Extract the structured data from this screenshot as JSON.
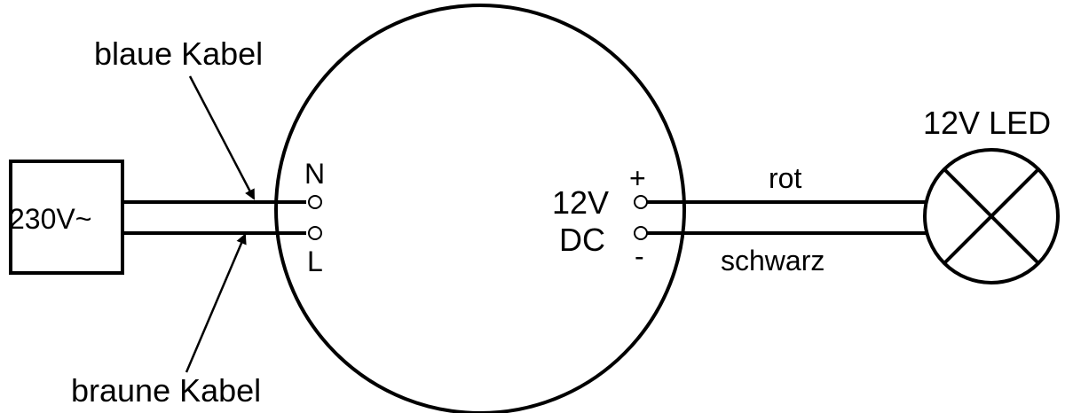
{
  "source": {
    "label": "230V~"
  },
  "cables": {
    "blue": "blaue Kabel",
    "brown": "braune Kabel"
  },
  "input_terminals": {
    "neutral": "N",
    "live": "L"
  },
  "output": {
    "voltage": "12V",
    "type": "DC",
    "plus": "+",
    "minus": "-"
  },
  "wires": {
    "red": "rot",
    "black": "schwarz"
  },
  "load": {
    "label": "12V LED"
  },
  "colors": {
    "stroke": "#000000",
    "background": "#ffffff"
  }
}
